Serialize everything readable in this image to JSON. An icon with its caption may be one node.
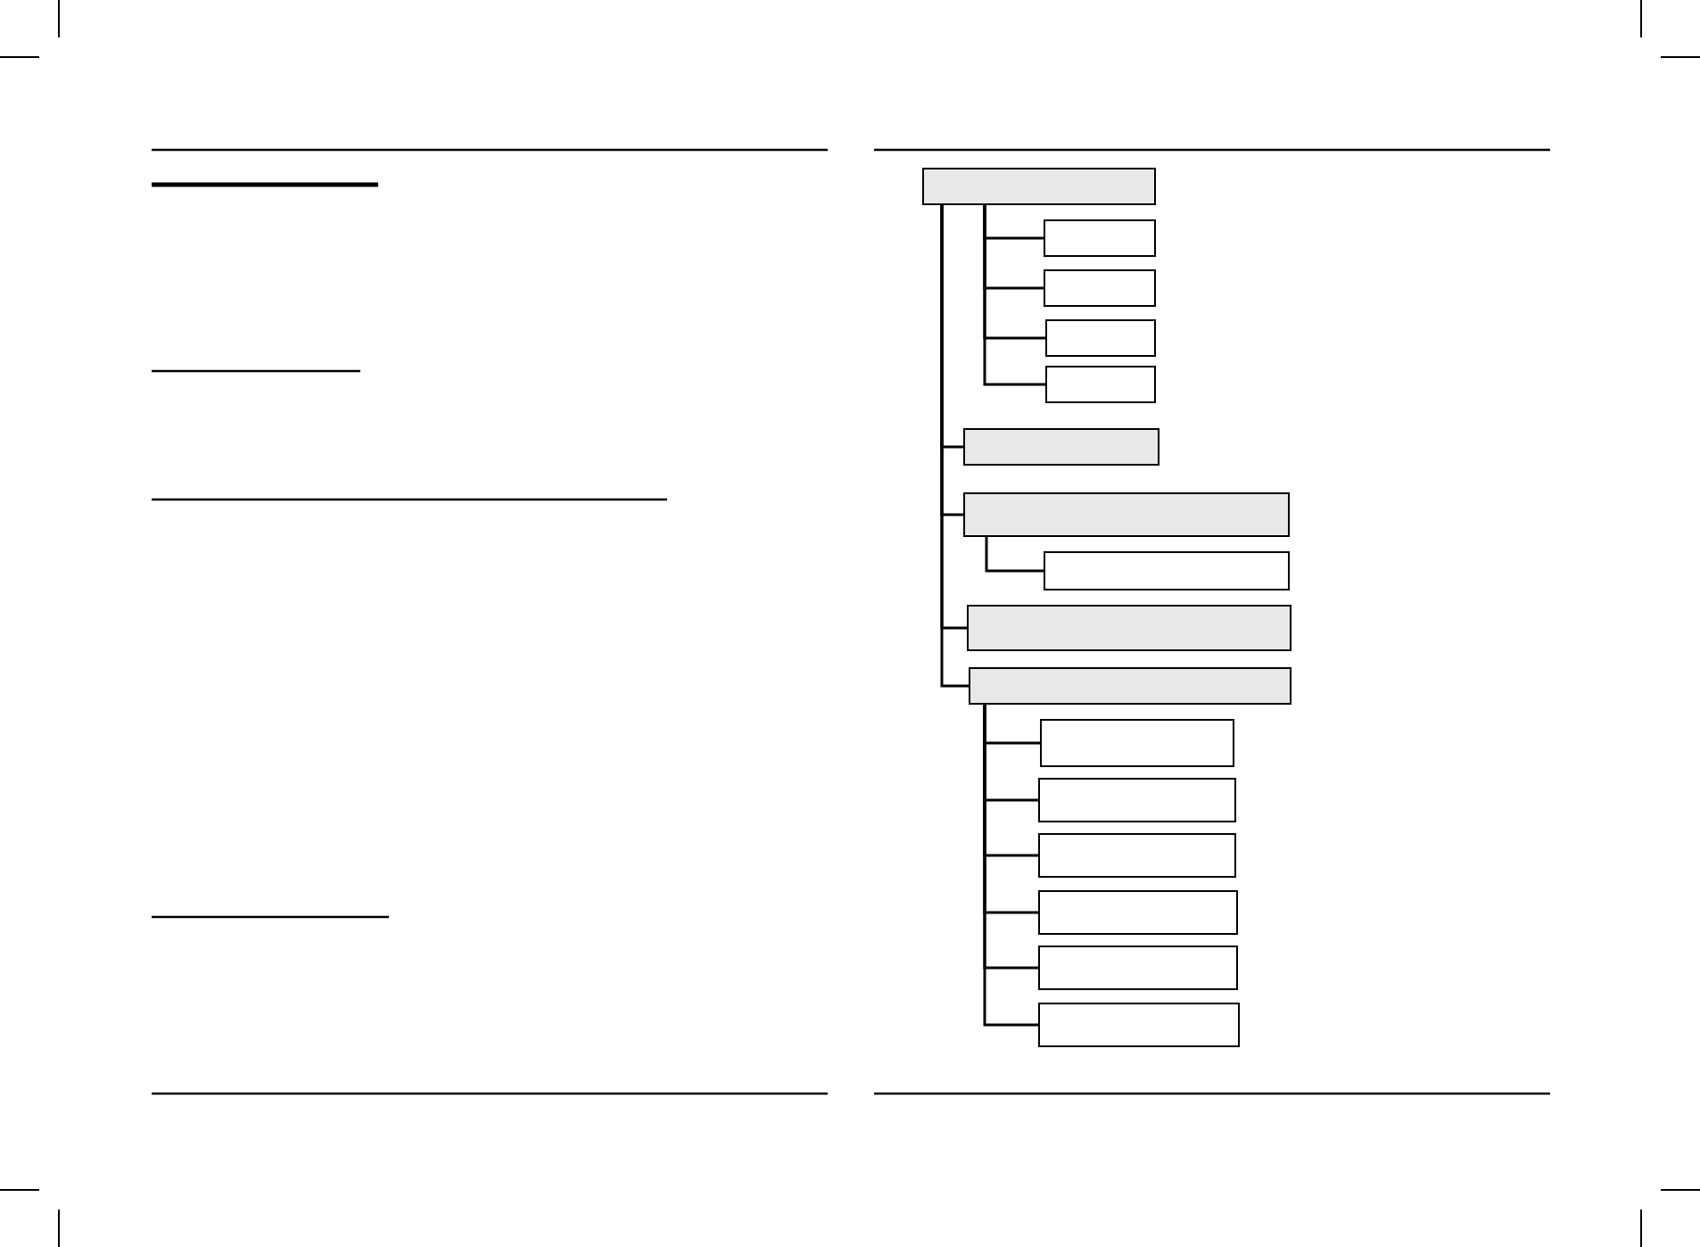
{
  "diagram": {
    "nodes": [
      {
        "text": [],
        "shape": "box"
      },
      {
        "text": [],
        "shape": "box"
      },
      {
        "text": [],
        "shape": "box"
      },
      {
        "text": [],
        "shape": "box"
      },
      {
        "text": [],
        "shape": "box"
      },
      {
        "text": [],
        "shape": "box"
      },
      {
        "text": [],
        "shape": "box"
      },
      {
        "text": [],
        "shape": "box"
      },
      {
        "text": [],
        "shape": "box"
      },
      {
        "text": [],
        "shape": "box"
      },
      {
        "text": [],
        "shape": "box"
      },
      {
        "text": [],
        "shape": "box"
      },
      {
        "text": [],
        "shape": "box"
      },
      {
        "text": [],
        "shape": "box"
      },
      {
        "text": [],
        "shape": "box"
      },
      {
        "text": [],
        "shape": "box"
      }
    ],
    "edges": [
      {
        "from": 0,
        "to": 1,
        "arrow": "none"
      },
      {
        "from": 0,
        "to": 2,
        "arrow": "none"
      },
      {
        "from": 0,
        "to": 3,
        "arrow": "none"
      },
      {
        "from": 0,
        "to": 4,
        "arrow": "none"
      },
      {
        "from": 0,
        "to": 5,
        "arrow": "none"
      },
      {
        "from": 0,
        "to": 6,
        "arrow": "none"
      },
      {
        "from": 6,
        "to": 7,
        "arrow": "none"
      },
      {
        "from": 0,
        "to": 8,
        "arrow": "none"
      },
      {
        "from": 0,
        "to": 9,
        "arrow": "none"
      },
      {
        "from": 9,
        "to": 10,
        "arrow": "none"
      },
      {
        "from": 9,
        "to": 11,
        "arrow": "none"
      },
      {
        "from": 9,
        "to": 12,
        "arrow": "none"
      },
      {
        "from": 9,
        "to": 13,
        "arrow": "none"
      },
      {
        "from": 9,
        "to": 14,
        "arrow": "none"
      },
      {
        "from": 9,
        "to": 15,
        "arrow": "none"
      }
    ]
  }
}
